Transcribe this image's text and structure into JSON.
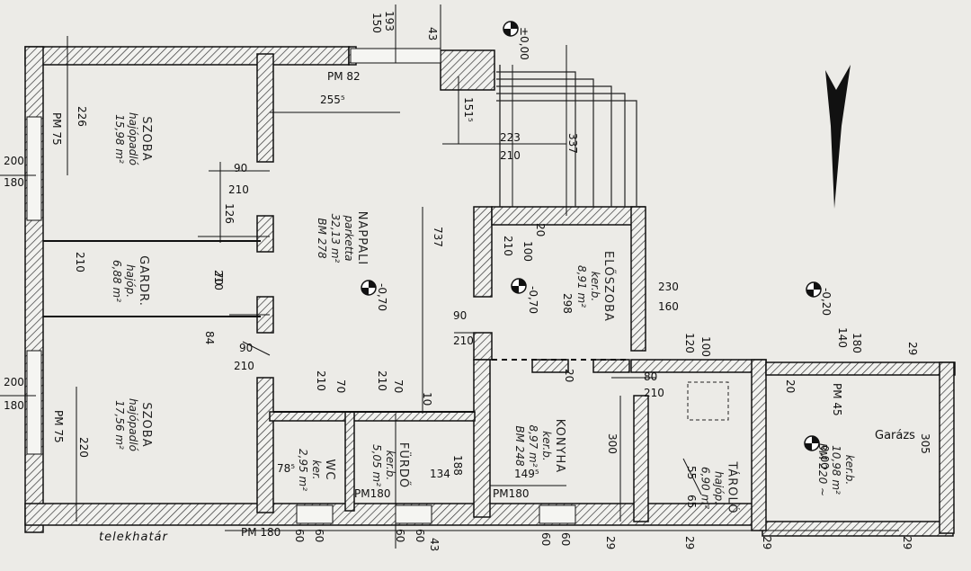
{
  "rooms": {
    "szoba1": {
      "name": "SZOBA",
      "floor": "hajópadló",
      "area": "15,98 m²"
    },
    "gardrob": {
      "name": "GARDR.",
      "floor": "hajóp.",
      "area": "6,88 m²"
    },
    "szoba2": {
      "name": "SZOBA",
      "floor": "hajópadló",
      "area": "17,56 m²"
    },
    "nappali": {
      "name": "NAPPALI",
      "floor": "parketta",
      "area": "32,13 m²",
      "bm": "BM 278"
    },
    "eloszoba": {
      "name": "ELŐSZOBA",
      "floor": "ker.b.",
      "area": "8,91 m²"
    },
    "konyha": {
      "name": "KONYHA",
      "floor": "ker.b.",
      "area": "8,97 m²",
      "bm": "BM 248"
    },
    "furdo": {
      "name": "FÜRDŐ",
      "floor": "ker.b.",
      "area": "5,05 m²"
    },
    "wc": {
      "name": "WC",
      "floor": "ker.",
      "area": "2,95 m²"
    },
    "tarolo": {
      "name": "TÁROLÓ",
      "floor": "hajóp.",
      "area": "6,90 m²"
    },
    "garazs": {
      "name": "Garázs",
      "floor": "ker.b.",
      "area": "10,98 m²",
      "bm": "BM 220 ∼"
    }
  },
  "levels": [
    "±0,00",
    "-0,70",
    "-0,70",
    "-0,20",
    "0,00"
  ],
  "dims": {
    "d193": "193",
    "d150": "150",
    "d43a": "43",
    "pm82": "PM 82",
    "d2555": "255⁵",
    "d1515": "151⁵",
    "d223": "223",
    "d210a": "210",
    "d337": "337",
    "d226": "226",
    "pm75a": "PM 75",
    "d200a": "200",
    "d180a": "180",
    "d90a": "90",
    "d210b": "210",
    "d126": "126",
    "d737": "737",
    "d20a": "20",
    "d100a": "100",
    "d210c": "210",
    "d298": "298",
    "d230": "230",
    "d160": "160",
    "d70a": "70",
    "d210d": "210",
    "d210e": "210",
    "d84": "84",
    "d90b": "90",
    "d210f": "210",
    "d90c": "90",
    "d210g": "210",
    "d100b": "100",
    "d120": "120",
    "d180b": "180",
    "d140": "140",
    "d29a": "29",
    "d200b": "200",
    "d180c": "180",
    "pm75b": "PM 75",
    "d220": "220",
    "d70b": "70",
    "d210h": "210",
    "d70c": "70",
    "d210i": "210",
    "d10": "10",
    "d20b": "20",
    "d80": "80",
    "d210j": "210",
    "d20c": "20",
    "pm45": "PM 45",
    "d305": "305",
    "d785": "78⁵",
    "d134": "134",
    "d188": "188",
    "d1495": "149⁵",
    "d300": "300",
    "d55": "55",
    "d65": "65",
    "pm180a": "PM180",
    "pm180b": "PM180",
    "pm180c": "PM 180",
    "d60a": "60",
    "d60b": "60",
    "d60c": "60",
    "d60d": "60",
    "d60e": "60",
    "d60f": "60",
    "d43b": "43",
    "d29b": "29",
    "d29c": "29",
    "d29d": "29",
    "d29e": "29"
  },
  "boundary": "telekhatár"
}
